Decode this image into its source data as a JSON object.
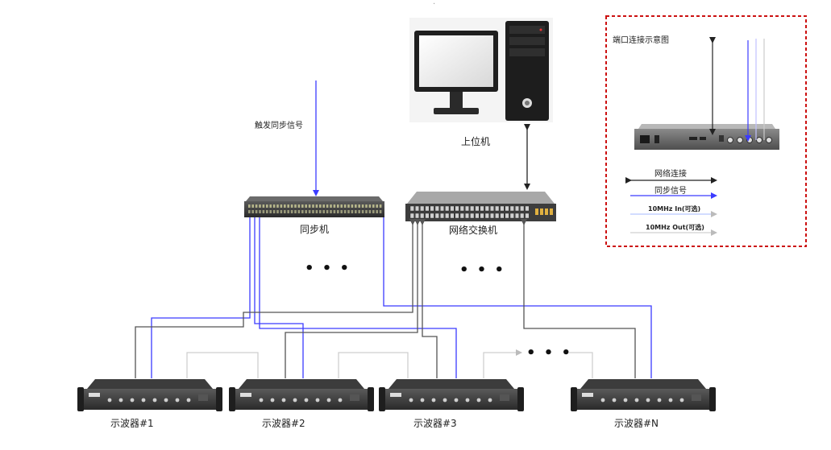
{
  "diagram": {
    "top_dot": "·",
    "pc_label": "上位机",
    "trigger_label": "触发同步信号",
    "sync_label": "同步机",
    "switch_label": "网络交换机",
    "ellipsis": "• • •",
    "ellipsis_mid": "• • •",
    "row_ellipsis": "• • •",
    "scopes": [
      {
        "label": "示波器#1"
      },
      {
        "label": "示波器#2"
      },
      {
        "label": "示波器#3"
      },
      {
        "label": "示波器#N"
      }
    ],
    "inset": {
      "title": "端口连接示意图",
      "legend": [
        {
          "label": "网络连接",
          "kind": "network"
        },
        {
          "label": "同步信号",
          "kind": "sync"
        },
        {
          "label": "10MHz In(可选)",
          "kind": "ref-in"
        },
        {
          "label": "10MHz Out(可选)",
          "kind": "ref-out"
        }
      ]
    },
    "colors": {
      "network": "#333333",
      "network_gray": "#555555",
      "sync": "#3b3bff",
      "light": "#c9c9c9",
      "frame": "#cc1111"
    }
  }
}
